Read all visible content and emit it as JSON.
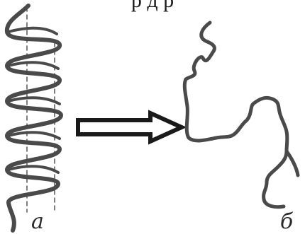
{
  "figure": {
    "top_text": "р д р",
    "label_a": "а",
    "label_b": "б"
  },
  "colors": {
    "stroke": "#4a4a4a",
    "arrow": "#1a1a1a",
    "background": "#ffffff"
  },
  "icons": {
    "helix": "helix-coil-icon",
    "coil": "random-coil-icon",
    "arrow": "right-arrow-icon"
  }
}
